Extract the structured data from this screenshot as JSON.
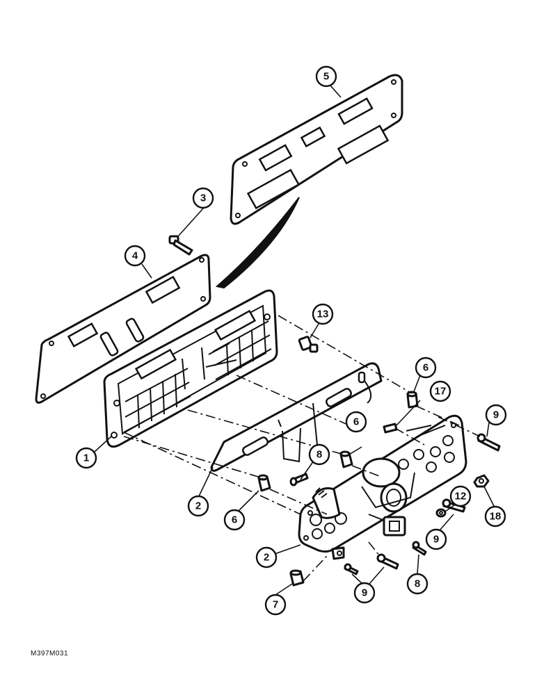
{
  "figure_reference": "M397M031",
  "callouts": [
    {
      "id": "c1",
      "label": "1"
    },
    {
      "id": "c2a",
      "label": "2"
    },
    {
      "id": "c2b",
      "label": "2"
    },
    {
      "id": "c3",
      "label": "3"
    },
    {
      "id": "c4",
      "label": "4"
    },
    {
      "id": "c5",
      "label": "5"
    },
    {
      "id": "c6a",
      "label": "6"
    },
    {
      "id": "c6b",
      "label": "6"
    },
    {
      "id": "c6c",
      "label": "6"
    },
    {
      "id": "c7",
      "label": "7"
    },
    {
      "id": "c8a",
      "label": "8"
    },
    {
      "id": "c8b",
      "label": "8"
    },
    {
      "id": "c9a",
      "label": "9"
    },
    {
      "id": "c9b",
      "label": "9"
    },
    {
      "id": "c9c",
      "label": "9"
    },
    {
      "id": "c12",
      "label": "12"
    },
    {
      "id": "c13",
      "label": "13"
    },
    {
      "id": "c17",
      "label": "17"
    },
    {
      "id": "c18",
      "label": "18"
    }
  ]
}
